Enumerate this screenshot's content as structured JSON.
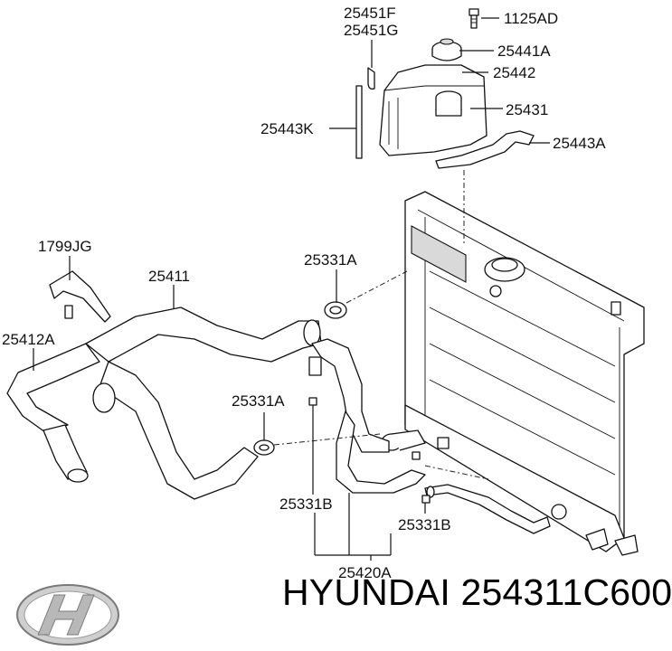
{
  "labels": {
    "l_25451f": "25451F",
    "l_25451g": "25451G",
    "l_1125ad": "1125AD",
    "l_25441a": "25441A",
    "l_25442": "25442",
    "l_25431": "25431",
    "l_25443k": "25443K",
    "l_25443a": "25443A",
    "l_1799jg": "1799JG",
    "l_25411": "25411",
    "l_25331a_top": "25331A",
    "l_25412a": "25412A",
    "l_25331a_mid": "25331A",
    "l_25331b_left": "25331B",
    "l_25331b_right": "25331B",
    "l_25420a": "25420A"
  },
  "caption": "HYUNDAI 254311C600",
  "brand_logo": "hyundai-logo"
}
